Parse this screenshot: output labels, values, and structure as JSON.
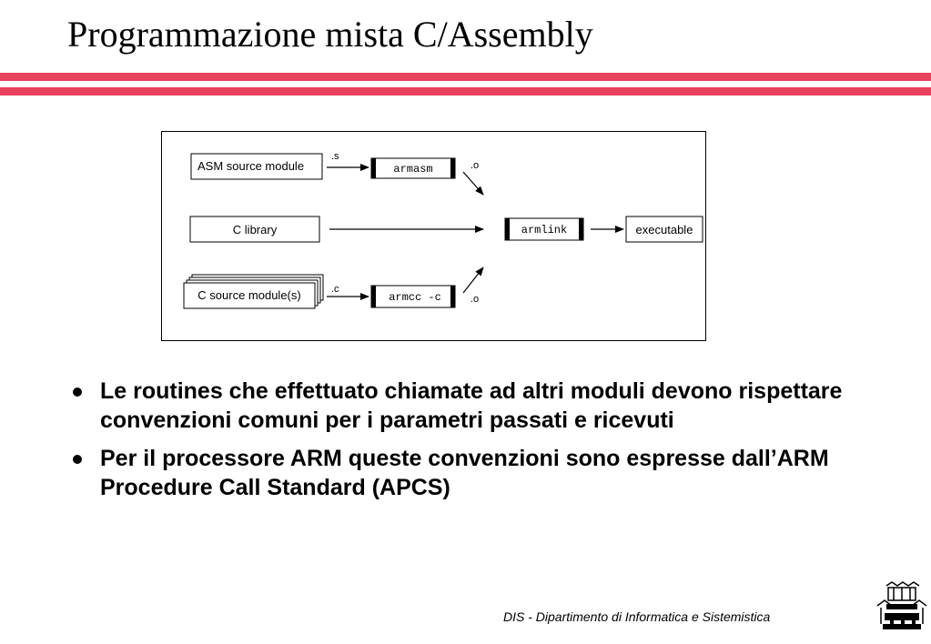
{
  "slide": {
    "title": "Programmazione mista C/Assembly",
    "accent_color": "#e8425c"
  },
  "diagram": {
    "nodes": {
      "asm_source": "ASM source module",
      "c_library": "C library",
      "c_source": "C source module(s)",
      "armasm": "armasm",
      "armcc": "armcc -c",
      "armlink": "armlink",
      "executable": "executable"
    },
    "edge_labels": {
      "s": ".s",
      "c": ".c",
      "o_top": ".o",
      "o_bottom": ".o"
    }
  },
  "bullets": [
    "Le routines che effettuato chiamate ad altri moduli devono rispettare convenzioni comuni per i parametri passati e ricevuti",
    "Per il processore ARM queste convenzioni sono espresse dall’ARM Procedure Call Standard (APCS)"
  ],
  "footer": {
    "text": "DIS - Dipartimento di Informatica e Sistemistica"
  }
}
